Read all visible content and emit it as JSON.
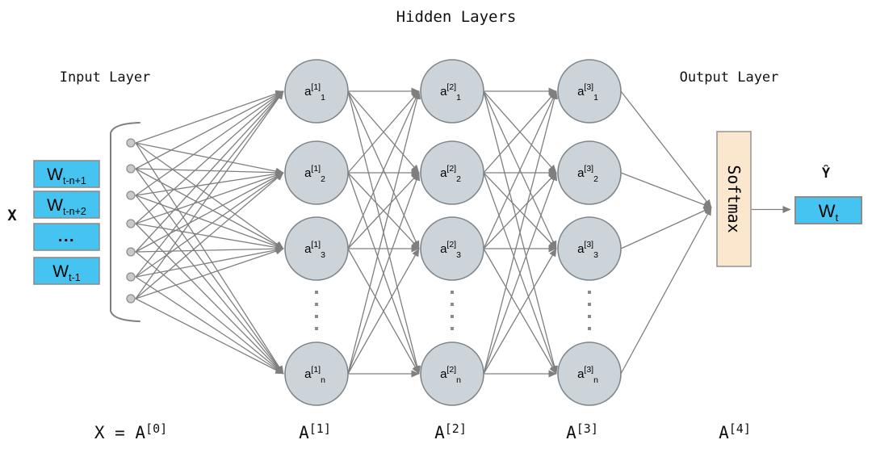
{
  "title": "Hidden Layers",
  "labels": {
    "input_layer": "Input Layer",
    "output_layer": "Output Layer",
    "x": "X",
    "y_hat": "Ŷ"
  },
  "input_boxes": [
    {
      "base": "W",
      "sub": "t-n+1"
    },
    {
      "base": "W",
      "sub": "t-n+2"
    },
    {
      "base": "...",
      "sub": ""
    },
    {
      "base": "W",
      "sub": "t-1"
    }
  ],
  "node_base": "a",
  "hidden_layers": [
    {
      "sup": "[1]",
      "units": [
        "1",
        "2",
        "3",
        "n"
      ]
    },
    {
      "sup": "[2]",
      "units": [
        "1",
        "2",
        "3",
        "n"
      ]
    },
    {
      "sup": "[3]",
      "units": [
        "1",
        "2",
        "3",
        "n"
      ]
    }
  ],
  "softmax_label": "Softmax",
  "output_box": {
    "base": "W",
    "sub": "t"
  },
  "bottom_labels": [
    {
      "pre": "X = A",
      "sup": "[0]"
    },
    {
      "pre": "A",
      "sup": "[1]"
    },
    {
      "pre": "A",
      "sup": "[2]"
    },
    {
      "pre": "A",
      "sup": "[3]"
    },
    {
      "pre": "A",
      "sup": "[4]"
    }
  ],
  "colors": {
    "edge": "#7f7f7f",
    "node_fill": "#ccd4d9",
    "node_stroke": "#7e868c",
    "dot_fill": "#c9c9c9",
    "dot_stroke": "#8f8f8f",
    "blue_fill": "#45c4f2",
    "blue_stroke": "#8c8c8c",
    "softmax_fill": "#fbe6ce",
    "softmax_stroke": "#999999",
    "ellipsis": "#8a8a8a",
    "text": "#000000"
  }
}
